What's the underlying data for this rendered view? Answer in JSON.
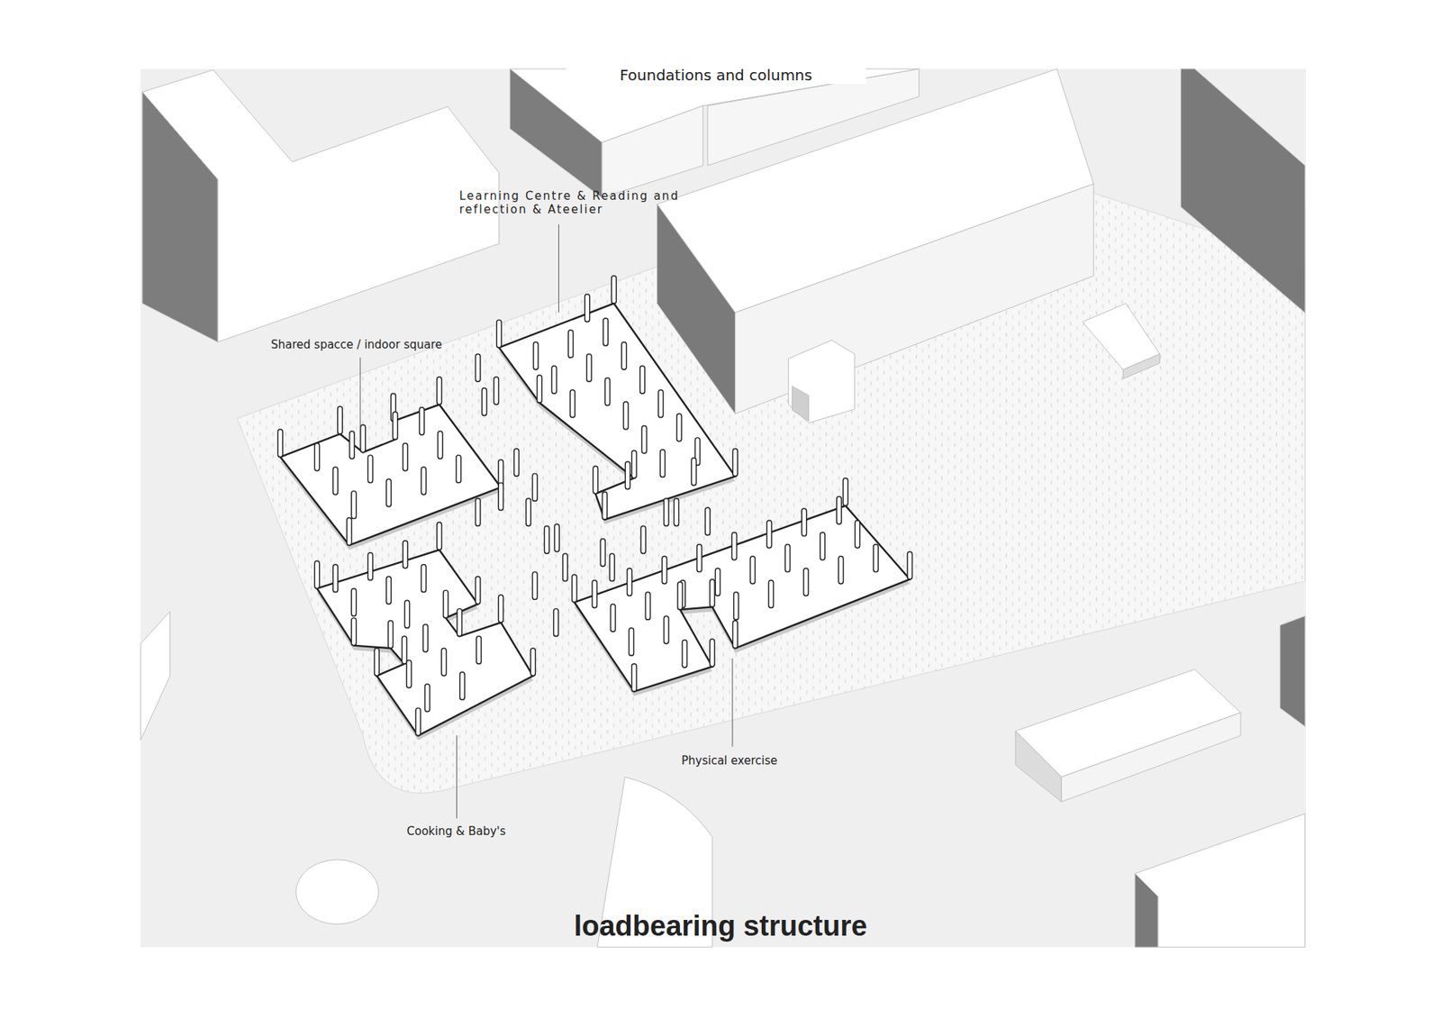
{
  "diagram": {
    "title": "Foundations and columns",
    "caption": "loadbearing structure",
    "labels": [
      "Learning Centre & Reading and reflection & Ateelier",
      "Shared spacce / indoor square",
      "Physical exercise",
      "Cooking & Baby's"
    ]
  }
}
